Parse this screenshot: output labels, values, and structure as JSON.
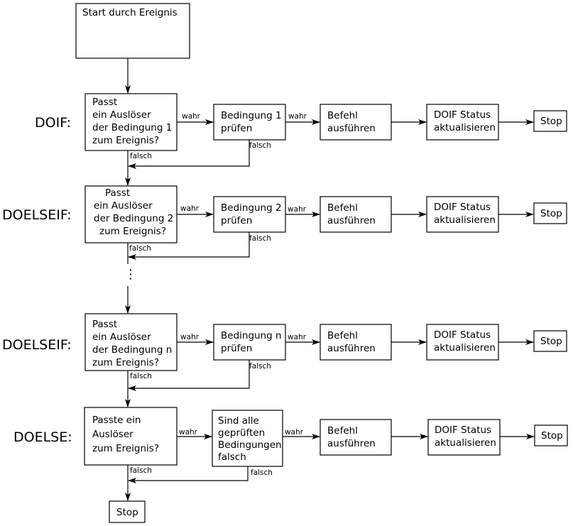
{
  "start": "Start durch Ereignis",
  "edge_labels": {
    "yes": "wahr",
    "no": "falsch"
  },
  "rows": [
    {
      "label": "DOIF:",
      "question": [
        "Passt",
        "ein Auslöser",
        "der Bedingung 1",
        "zum Ereignis?"
      ],
      "check": [
        "Bedingung 1",
        "prüfen"
      ],
      "action": [
        "Befehl",
        "ausführen"
      ],
      "status": [
        "DOIF Status",
        "aktualisieren"
      ],
      "stop": "Stop"
    },
    {
      "label": "DOELSEIF:",
      "question": [
        "Passt",
        "ein Auslöser",
        "der Bedingung 2",
        "zum Ereignis?"
      ],
      "check": [
        "Bedingung 2",
        "prüfen"
      ],
      "action": [
        "Befehl",
        "ausführen"
      ],
      "status": [
        "DOIF Status",
        "aktualisieren"
      ],
      "stop": "Stop"
    },
    {
      "label": "DOELSEIF:",
      "question": [
        "Passt",
        "ein Auslöser",
        "der Bedingung n",
        "zum Ereignis?"
      ],
      "check": [
        "Bedingung n",
        "prüfen"
      ],
      "action": [
        "Befehl",
        "ausführen"
      ],
      "status": [
        "DOIF Status",
        "aktualisieren"
      ],
      "stop": "Stop"
    },
    {
      "label": "DOELSE:",
      "question": [
        "Passte ein",
        "Auslöser",
        "zum Ereignis?"
      ],
      "check": [
        "Sind alle",
        "geprüften",
        "Bedingungen",
        "falsch"
      ],
      "action": [
        "Befehl",
        "ausführen"
      ],
      "status": [
        "DOIF Status",
        "aktualisieren"
      ],
      "stop": "Stop"
    }
  ],
  "final_stop": "Stop",
  "ellipsis": "⋮"
}
